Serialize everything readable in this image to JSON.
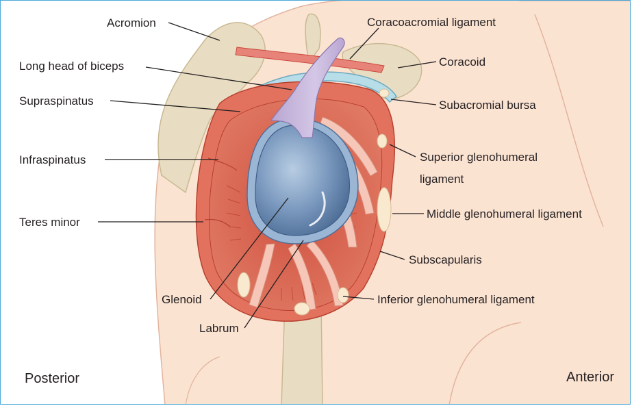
{
  "colors": {
    "skin": "#fbe3d2",
    "skin_outline": "#e2b49e",
    "bone": "#e8ddc2",
    "bone_outline": "#c9b993",
    "muscle": "#e2725e",
    "muscle_dark": "#c8483a",
    "muscle_striations": "#d65a45",
    "ligament": "#f6c7b8",
    "tendon": "#f9e9cf",
    "glenoid": "#7d9bc0",
    "labrum": "#9bb6d4",
    "bursa": "#b6dde8",
    "biceps": "#c9b9dd",
    "frame_border": "#4aa8d8"
  },
  "labels": {
    "acromion": "Acromion",
    "coracoacromial_ligament": "Coracoacromial ligament",
    "long_head_of_biceps": "Long head of biceps",
    "coracoid": "Coracoid",
    "supraspinatus": "Supraspinatus",
    "subacromial_bursa": "Subacromial bursa",
    "infraspinatus": "Infraspinatus",
    "superior_glenohumeral_ligament_line1": "Superior glenohumeral",
    "superior_glenohumeral_ligament_line2": "ligament",
    "teres_minor": "Teres minor",
    "middle_glenohumeral_ligament": "Middle glenohumeral ligament",
    "subscapularis": "Subscapularis",
    "glenoid": "Glenoid",
    "inferior_glenohumeral_ligament": "Inferior glenohumeral ligament",
    "labrum": "Labrum",
    "posterior": "Posterior",
    "anterior": "Anterior"
  }
}
